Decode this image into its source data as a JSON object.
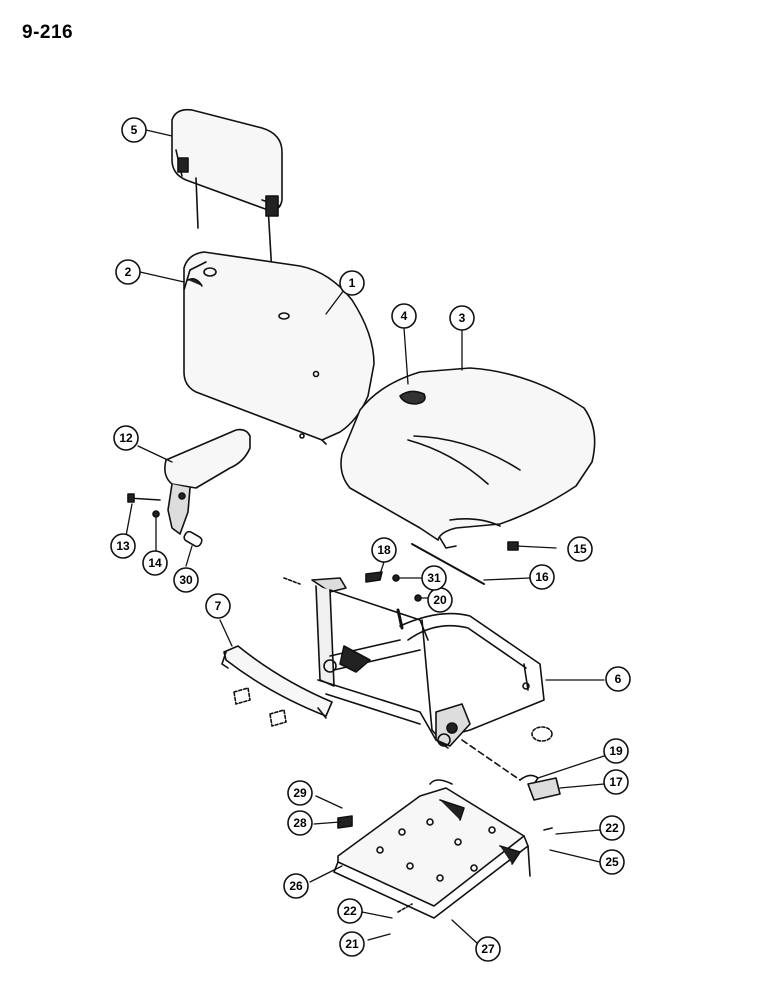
{
  "page_number": "9-216",
  "colors": {
    "ink": "#111111",
    "paper": "#ffffff"
  },
  "callouts": [
    "1",
    "2",
    "3",
    "4",
    "5",
    "6",
    "7",
    "12",
    "13",
    "14",
    "15",
    "16",
    "17",
    "18",
    "19",
    "20",
    "21",
    "22",
    "22",
    "25",
    "26",
    "27",
    "28",
    "29",
    "30",
    "31"
  ]
}
